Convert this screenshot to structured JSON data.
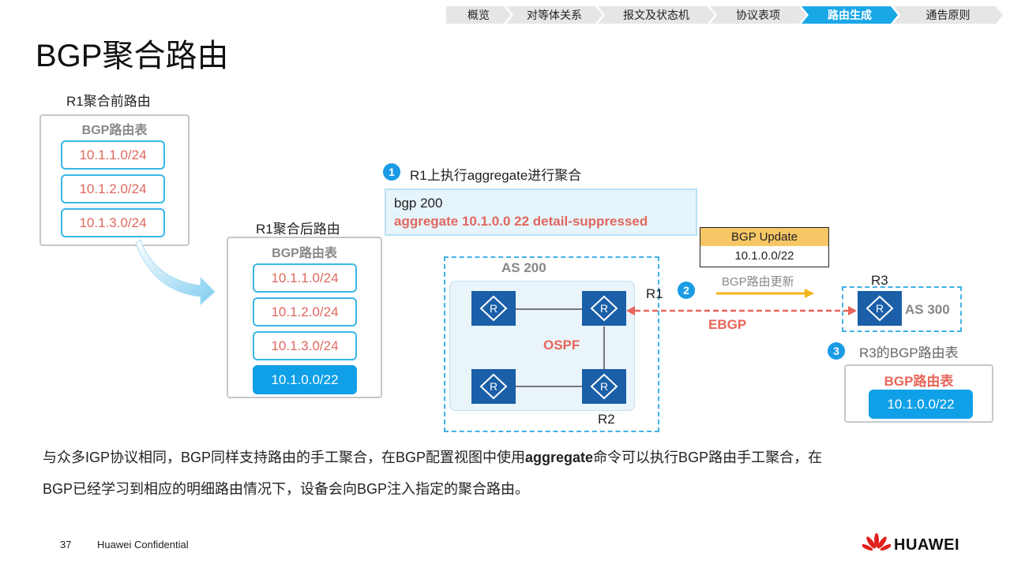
{
  "nav": {
    "items": [
      "概览",
      "对等体关系",
      "报文及状态机",
      "协议表项",
      "路由生成",
      "通告原则"
    ],
    "active_index": 4
  },
  "title": "BGP聚合路由",
  "before": {
    "caption": "R1聚合前路由",
    "table_title": "BGP路由表",
    "routes": [
      "10.1.1.0/24",
      "10.1.2.0/24",
      "10.1.3.0/24"
    ]
  },
  "after": {
    "caption": "R1聚合后路由",
    "table_title": "BGP路由表",
    "routes": [
      "10.1.1.0/24",
      "10.1.2.0/24",
      "10.1.3.0/24"
    ],
    "aggregate": "10.1.0.0/22"
  },
  "step1": {
    "num": "1",
    "text": "R1上执行aggregate进行聚合"
  },
  "command": {
    "line1": "bgp 200",
    "line2": "aggregate 10.1.0.0 22 detail-suppressed"
  },
  "update": {
    "header": "BGP Update",
    "route": "10.1.0.0/22"
  },
  "topology": {
    "as200": "AS 200",
    "as300": "AS 300",
    "ospf": "OSPF",
    "r1": "R1",
    "r2": "R2",
    "r3": "R3",
    "ebgp": "EBGP",
    "step2_num": "2",
    "update_label": "BGP路由更新",
    "router_glyph": "R"
  },
  "step3": {
    "num": "3",
    "text": "R3的BGP路由表"
  },
  "r3_table": {
    "title": "BGP路由表",
    "route": "10.1.0.0/22"
  },
  "paragraph": {
    "line1_pre": "与众多IGP协议相同，BGP同样支持路由的手工聚合，在BGP配置视图中使用",
    "line1_bold": "aggregate",
    "line1_post": "命令可以执行BGP路由手工聚合，在",
    "line2": "BGP已经学习到相应的明细路由情况下，设备会向BGP注入指定的聚合路由。"
  },
  "footer": {
    "page": "37",
    "confidential": "Huawei Confidential",
    "brand": "HUAWEI"
  },
  "colors": {
    "accent": "#1aa7e6",
    "route_text": "#e0685e",
    "router": "#1a5fa8",
    "ebgp": "#e8665a",
    "update": "#f2b51c"
  }
}
